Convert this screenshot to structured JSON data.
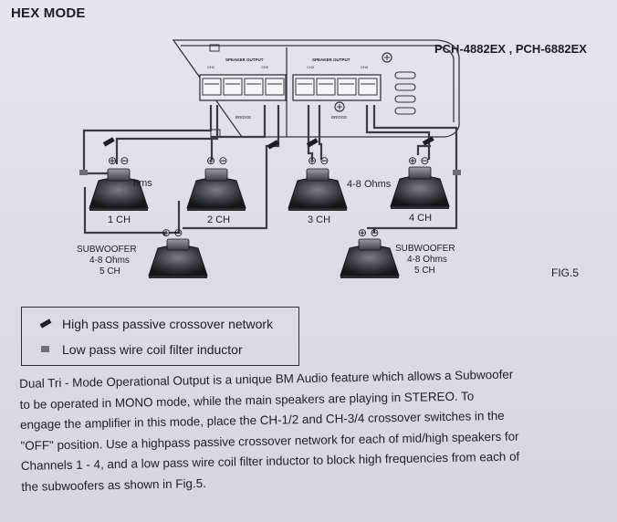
{
  "header": {
    "title": "HEX MODE",
    "model": "PCH-4882EX , PCH-6882EX",
    "fig": "FIG.5"
  },
  "amp": {
    "speaker_output_left": "SPEAKER OUTPUT",
    "speaker_output_right": "SPEAKER OUTPUT",
    "ch_labels_left": [
      "CH1",
      "CH2"
    ],
    "ch_labels_right": [
      "CH3",
      "CH4"
    ],
    "bridge_left": "BRIDGE",
    "bridge_right": "BRIDGE"
  },
  "speakers": {
    "ch1": "1 CH",
    "ch2": "2 CH",
    "ch3": "3 CH",
    "ch4": "4 CH",
    "ohms_partial": "hms",
    "ohms_mid": "4-8 Ohms"
  },
  "subwoofers": {
    "left": {
      "line1": "SUBWOOFER",
      "line2": "4-8 Ohms",
      "line3": "5 CH"
    },
    "right": {
      "line1": "SUBWOOFER",
      "line2": "4-8 Ohms",
      "line3": "5 CH"
    }
  },
  "legend": {
    "item1": "High pass passive crossover network",
    "item2": "Low pass wire coil filter inductor"
  },
  "description": {
    "lines": [
      "Dual Tri - Mode Operational Output is a unique BM Audio feature which allows a Subwoofer",
      "to be operated in MONO mode, while the  main speakers are playing in STEREO.  To",
      "engage the amplifier in this mode, place the CH-1/2 and CH-3/4  crossover switches in the",
      "\"OFF\" position. Use a highpass passive crossover network for each of mid/high speakers for",
      "Channels 1 - 4, and a low pass wire coil filter inductor to block high frequencies from each of",
      "the subwoofers as shown in Fig.5."
    ]
  },
  "colors": {
    "wire": "#34363c",
    "paper": "#dadde4",
    "ink": "#1c1e24"
  }
}
